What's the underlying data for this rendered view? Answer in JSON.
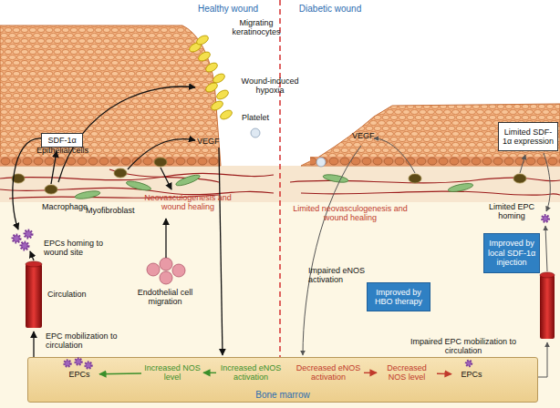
{
  "diagram": {
    "nodes": [
      {
        "text": [
          "SDF-1α"
        ]
      },
      {
        "text": [
          "Limited SDF-1α expression"
        ]
      },
      {
        "text": [
          "Improved by local SDF-1α injection"
        ]
      },
      {
        "text": [
          "Improved by HBO therapy"
        ]
      },
      {
        "text": [
          "Bone marrow"
        ]
      },
      {
        "text": [
          "EPCs"
        ],
        "in": 4
      },
      {
        "text": [
          "Increased NOS level"
        ],
        "in": 4
      },
      {
        "text": [
          "Increased eNOS activation"
        ],
        "in": 4
      },
      {
        "text": [
          "Decreased eNOS activation"
        ],
        "in": 4
      },
      {
        "text": [
          "Decreased NOS level"
        ],
        "in": 4
      },
      {
        "text": [
          "EPCs"
        ],
        "in": 4
      }
    ],
    "edges": [
      {
        "from": 7,
        "to": 6,
        "arrow": "to"
      },
      {
        "from": 6,
        "to": 5,
        "arrow": "to"
      },
      {
        "from": 8,
        "to": 9,
        "arrow": "to"
      },
      {
        "from": 9,
        "to": 10,
        "arrow": "to"
      }
    ],
    "labels": [
      "Healthy wound",
      "Diabetic wound",
      "Migrating keratinocytes",
      "Wound-induced hypoxia",
      "Platelet",
      "VEGF",
      "Epithelial cells",
      "Macrophage",
      "Myofibroblast",
      "Neovasculogenesis and wound healing",
      "EPCs homing to wound site",
      "Endothelial cell migration",
      "Circulation",
      "EPC mobilization to circulation",
      "VEGF",
      "Limited neovasculogenesis and wound healing",
      "Impaired eNOS activation",
      "Limited EPC homing",
      "Impaired EPC mobilization to circulation"
    ]
  }
}
